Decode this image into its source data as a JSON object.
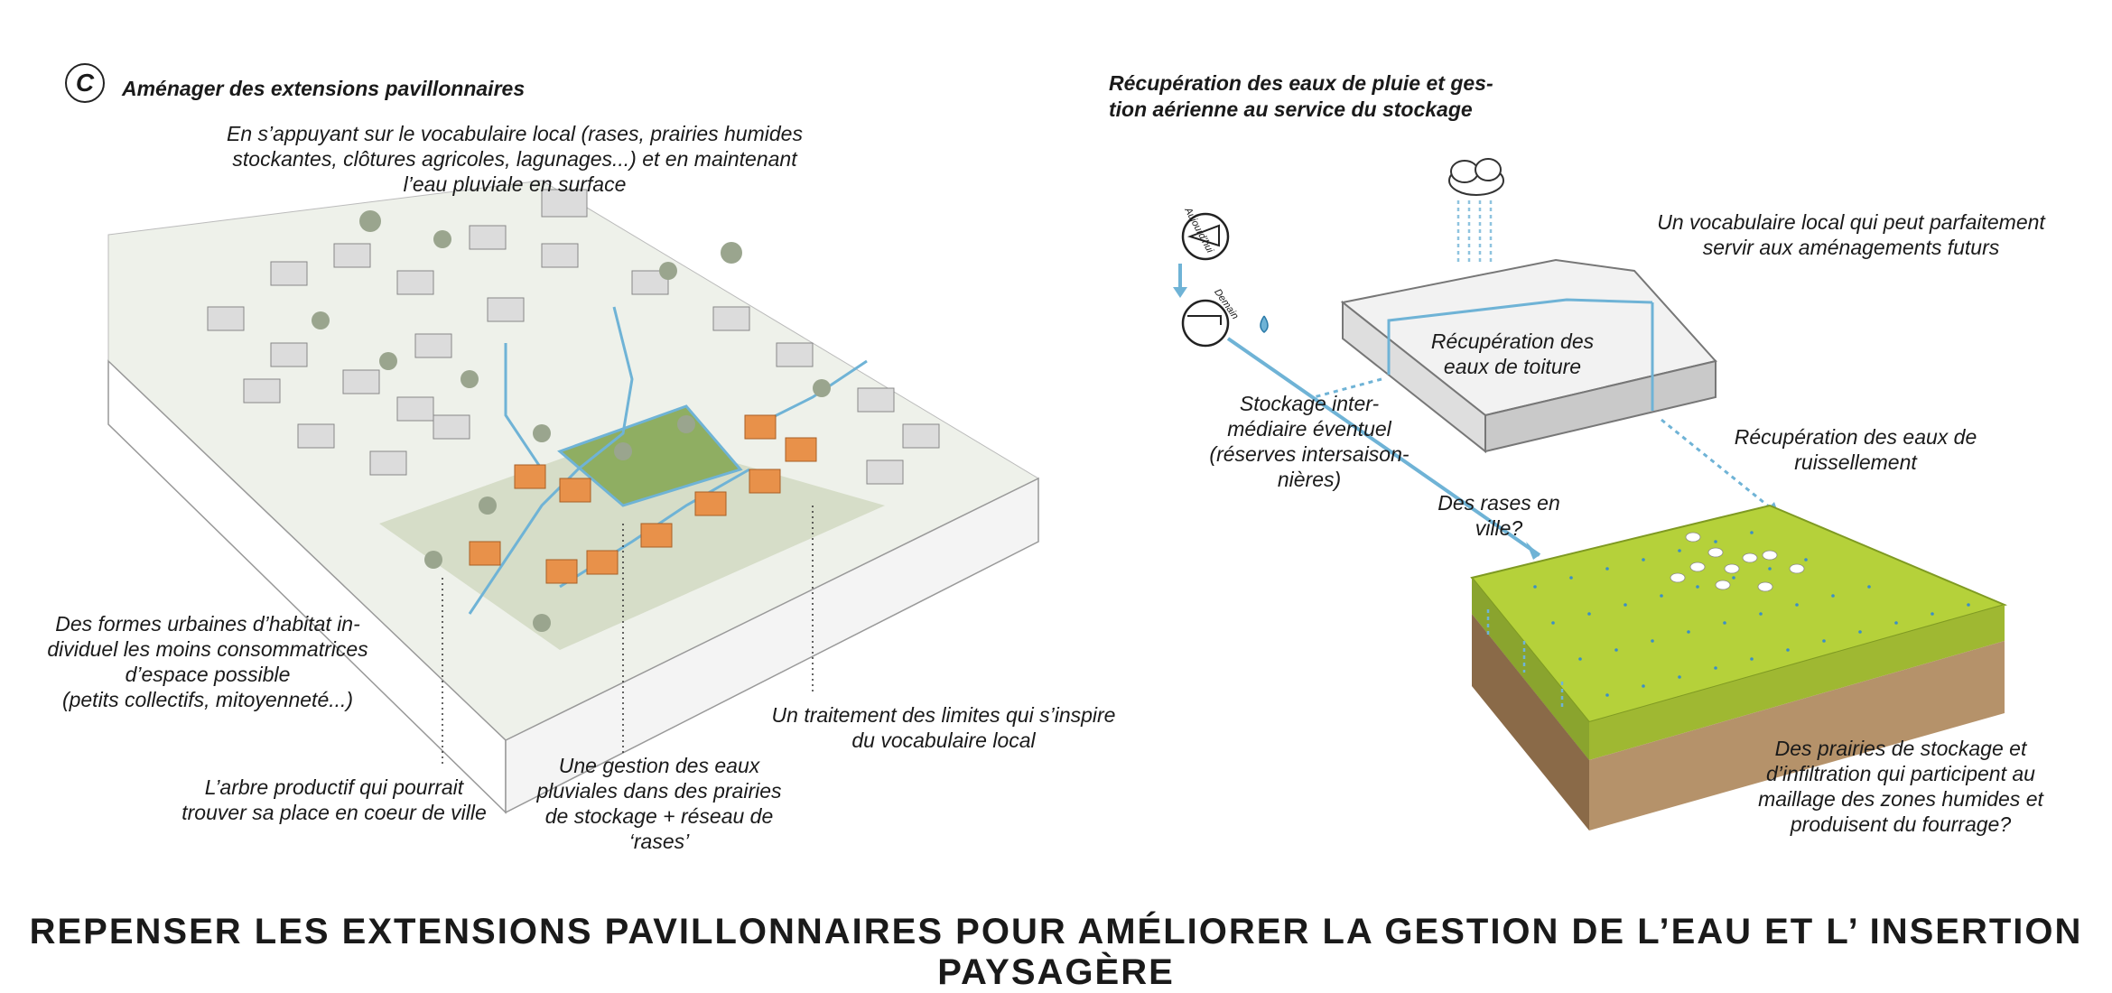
{
  "left": {
    "badge": "C",
    "title": "Aménager des extensions pavillonnaires",
    "intro": [
      "En s’appuyant sur le vocabulaire local (rases, prairies humides",
      "stockantes, clôtures agricoles, lagunages...) et en maintenant",
      "l’eau pluviale en surface"
    ],
    "annot_formes": [
      "Des formes urbaines d’habitat in-",
      "dividuel les moins consommatrices",
      "d’espace possible",
      "(petits collectifs, mitoyenneté...)"
    ],
    "annot_arbre": [
      "L’arbre productif qui pourrait",
      "trouver sa place en coeur de ville"
    ],
    "annot_gestion": [
      "Une gestion des eaux",
      "pluviales dans des prairies",
      "de stockage + réseau de",
      "‘rases’"
    ],
    "annot_limites": [
      "Un traitement des limites qui s’inspire",
      "du vocabulaire local"
    ]
  },
  "right": {
    "title": [
      "Récupération des eaux de pluie et ges-",
      "tion aérienne au service du stockage"
    ],
    "icon_today": "Aujourd’hui",
    "icon_tomorrow": "Demain",
    "vocab": [
      "Un vocabulaire local qui peut parfaitement",
      "servir aux aménagements futurs"
    ],
    "roof": [
      "Récupération des",
      "eaux de toiture"
    ],
    "stockage": [
      "Stockage inter-",
      "médiaire éventuel",
      "(réserves intersaison-",
      "nières)"
    ],
    "ruissellement": [
      "Récupération des eaux de",
      "ruissellement"
    ],
    "rases": [
      "Des rases en",
      "ville?"
    ],
    "prairies": [
      "Des prairies de stockage et",
      "d’infiltration qui participent au",
      "maillage des zones humides et",
      "produisent du fourrage?"
    ]
  },
  "footer": "REPENSER LES EXTENSIONS PAVILLONNAIRES POUR AMÉLIORER LA GESTION DE L’EAU ET L’ INSERTION PAYSAGÈRE",
  "colors": {
    "water": "#6fb3d6",
    "grass": "#b5d13a",
    "soil": "#b5926a",
    "house": "#e8914a",
    "block_top": "#f2f2f2",
    "block_side": "#cfcfcf"
  }
}
